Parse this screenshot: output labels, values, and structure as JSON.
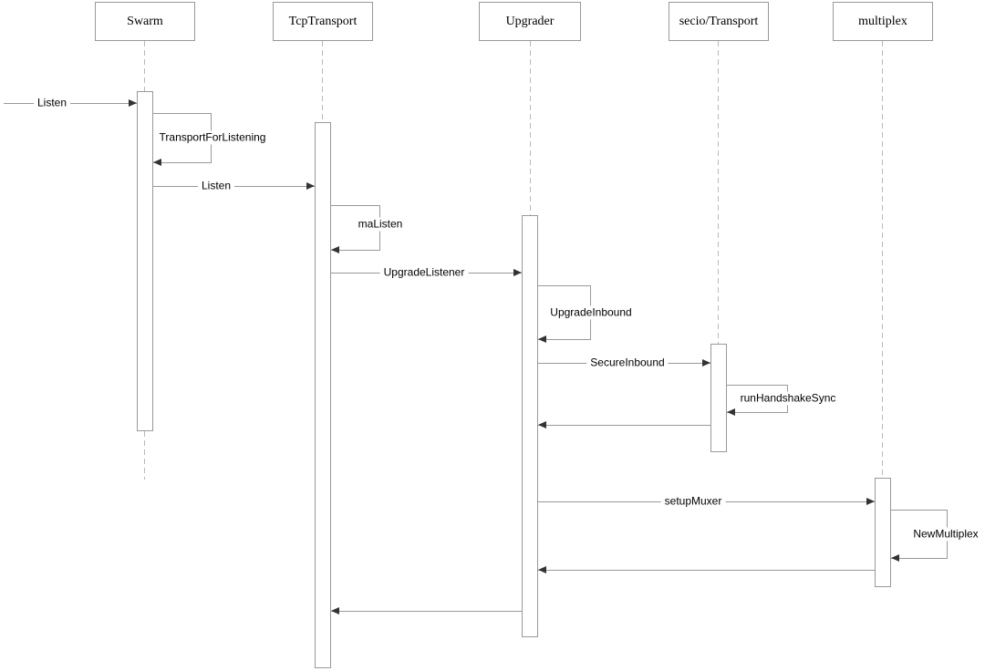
{
  "diagram": {
    "type": "uml-sequence",
    "participants": [
      {
        "name": "Swarm"
      },
      {
        "name": "TcpTransport"
      },
      {
        "name": "Upgrader"
      },
      {
        "name": "secio/Transport"
      },
      {
        "name": "multiplex"
      }
    ],
    "messages": [
      {
        "label": "Listen",
        "from": "(external)",
        "to": "Swarm",
        "kind": "call"
      },
      {
        "label": "TransportForListening",
        "from": "Swarm",
        "to": "Swarm",
        "kind": "self-call"
      },
      {
        "label": "Listen",
        "from": "Swarm",
        "to": "TcpTransport",
        "kind": "call"
      },
      {
        "label": "maListen",
        "from": "TcpTransport",
        "to": "TcpTransport",
        "kind": "self-call"
      },
      {
        "label": "UpgradeListener",
        "from": "TcpTransport",
        "to": "Upgrader",
        "kind": "call"
      },
      {
        "label": "UpgradeInbound",
        "from": "Upgrader",
        "to": "Upgrader",
        "kind": "self-call"
      },
      {
        "label": "SecureInbound",
        "from": "Upgrader",
        "to": "secio/Transport",
        "kind": "call"
      },
      {
        "label": "runHandshakeSync",
        "from": "secio/Transport",
        "to": "secio/Transport",
        "kind": "self-call"
      },
      {
        "label": "",
        "from": "secio/Transport",
        "to": "Upgrader",
        "kind": "return"
      },
      {
        "label": "setupMuxer",
        "from": "Upgrader",
        "to": "multiplex",
        "kind": "call"
      },
      {
        "label": "NewMultiplex",
        "from": "multiplex",
        "to": "multiplex",
        "kind": "self-call"
      },
      {
        "label": "",
        "from": "multiplex",
        "to": "Upgrader",
        "kind": "return"
      },
      {
        "label": "",
        "from": "Upgrader",
        "to": "TcpTransport",
        "kind": "return"
      }
    ],
    "colors": {
      "background": "#ffffff",
      "line": "#999999",
      "lifeline": "#b9b9b9",
      "arrowhead": "#333333",
      "text": "#000000"
    }
  }
}
